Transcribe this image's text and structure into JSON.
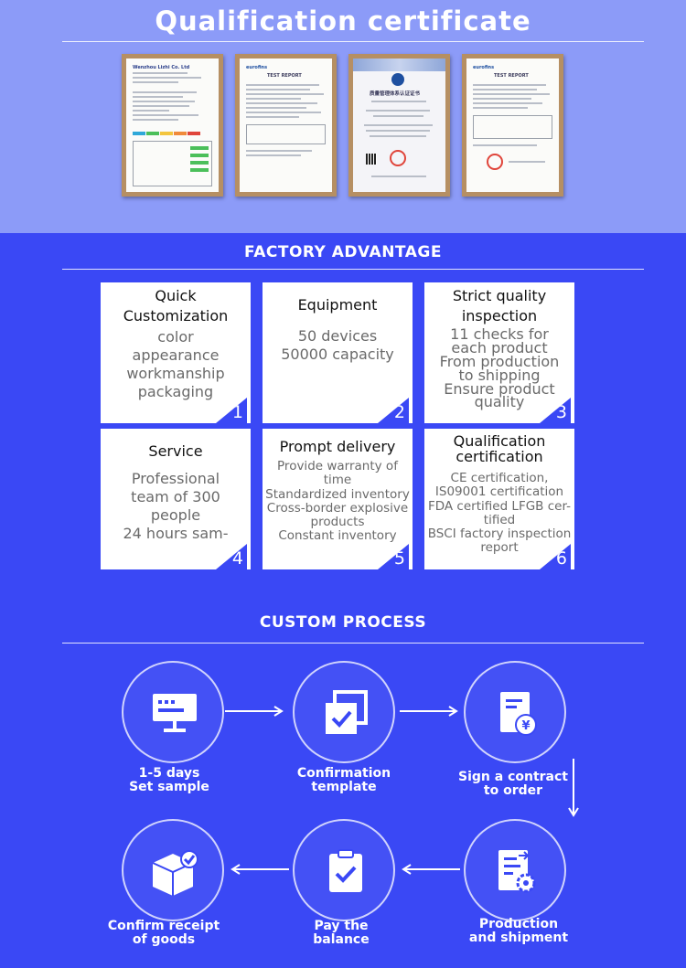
{
  "qualification": {
    "title": "Qualification certificate",
    "certificates": [
      {
        "name": "certificate-1",
        "header": "Wenzhou Lizhi Co. Ltd"
      },
      {
        "name": "certificate-2",
        "header": "eurofins TEST REPORT"
      },
      {
        "name": "certificate-3",
        "header": "质量管理体系认证证书"
      },
      {
        "name": "certificate-4",
        "header": "eurofins TEST REPORT"
      }
    ]
  },
  "factory_advantage": {
    "title": "FACTORY ADVANTAGE",
    "cards": [
      {
        "number": "1",
        "title": [
          "Quick",
          "Customization"
        ],
        "body": [
          "color",
          "appearance",
          "workmanship",
          "packaging"
        ]
      },
      {
        "number": "2",
        "title": [
          "Equipment"
        ],
        "body": [
          "50 devices",
          "50000 capacity"
        ]
      },
      {
        "number": "3",
        "title": [
          "Strict quality",
          "inspection"
        ],
        "body": [
          "11 checks for",
          "each product",
          "From production",
          "to shipping",
          "Ensure product",
          "quality"
        ]
      },
      {
        "number": "4",
        "title": [
          "Service"
        ],
        "body": [
          "Professional",
          "team of 300",
          "people",
          "24 hours sam-"
        ]
      },
      {
        "number": "5",
        "title": [
          "Prompt delivery"
        ],
        "body": [
          "Provide warranty of",
          "time",
          "Standardized inventory",
          "Cross-border explosive",
          "products",
          "Constant inventory"
        ]
      },
      {
        "number": "6",
        "title": [
          "Qualification",
          "certification"
        ],
        "body": [
          "CE certification,",
          "IS09001 certification",
          "FDA certified LFGB cer-",
          "tified",
          "BSCI factory inspection",
          "report"
        ]
      }
    ]
  },
  "custom_process": {
    "title": "CUSTOM PROCESS",
    "steps": [
      {
        "label": [
          "1-5 days",
          "Set sample"
        ],
        "icon": "monitor-icon"
      },
      {
        "label": [
          "Confirmation",
          "template"
        ],
        "icon": "check-squares-icon"
      },
      {
        "label": [
          "Sign a contract",
          "to order"
        ],
        "icon": "yuan-document-icon"
      },
      {
        "label": [
          "Production",
          "and shipment"
        ],
        "icon": "gear-document-icon"
      },
      {
        "label": [
          "Pay the",
          "balance"
        ],
        "icon": "clipboard-check-icon"
      },
      {
        "label": [
          "Confirm receipt",
          "of goods"
        ],
        "icon": "package-check-icon"
      }
    ]
  },
  "colors": {
    "background_blue": "#3a48f5",
    "header_band": "#8c9bf8",
    "frame_wood": "#b68f63",
    "card_white": "#ffffff"
  }
}
